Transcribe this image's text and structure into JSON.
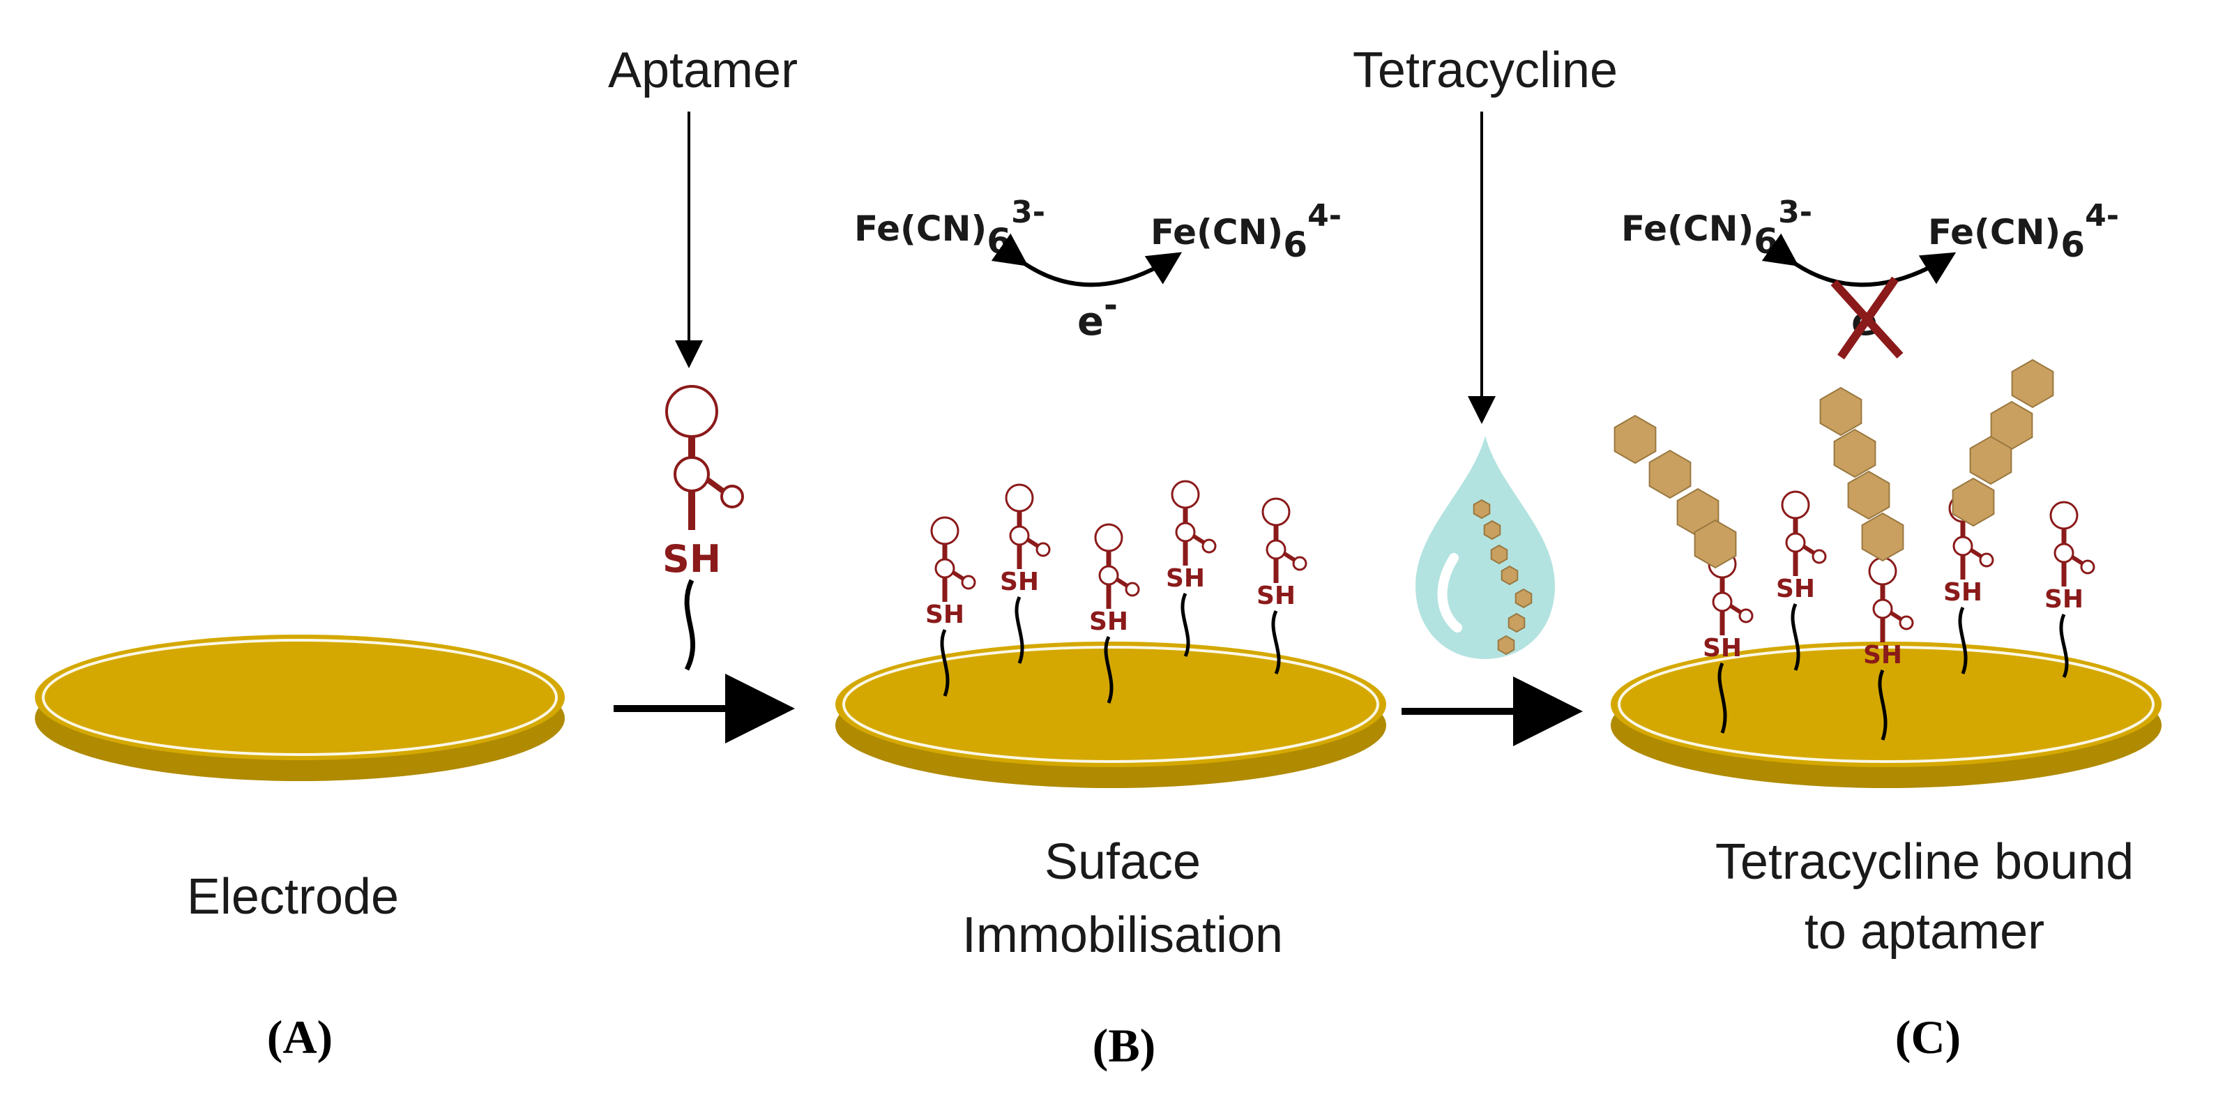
{
  "labels": {
    "aptamer": "Aptamer",
    "tetracycline": "Tetracycline",
    "electrode": "Electrode",
    "surface_line1": "Suface",
    "surface_line2": "Immobilisation",
    "bound_line1": "Tetracycline bound",
    "bound_line2": "to aptamer",
    "panel_a": "(A)",
    "panel_b": "(B)",
    "panel_c": "(C)",
    "thiol": "SH",
    "electron": "e",
    "electron_charge": "-"
  },
  "redox": {
    "species_base": "Fe(CN)",
    "subscript": "6",
    "ferricyanide_charge": "3-",
    "ferrocyanide_charge": "4-"
  },
  "colors": {
    "gold": "#d4a800",
    "gold_dark": "#b08a00",
    "aptamer": "#8b1a1a",
    "tetracycline": "#c9a060",
    "tetracycline_edge": "#9a7840",
    "drop": "#b3e3e0",
    "blocked_cross": "#8b1a1a",
    "ink": "#000000"
  }
}
